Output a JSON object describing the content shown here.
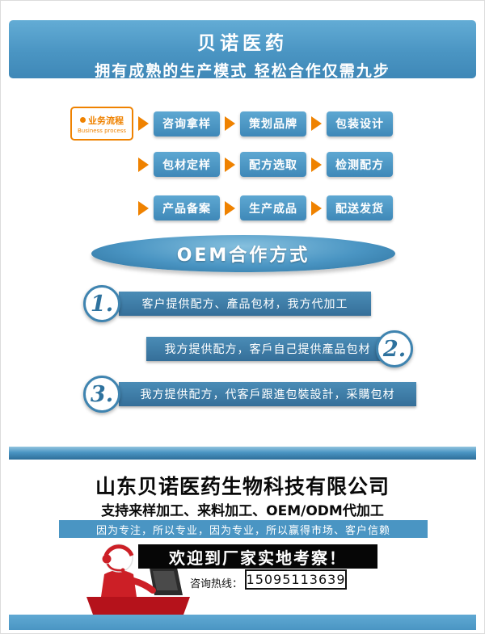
{
  "header": {
    "title": "贝诺医药",
    "subtitle": "拥有成熟的生产模式 轻松合作仅需九步"
  },
  "flow": {
    "badge": {
      "label": "业务流程",
      "sublabel": "Business process"
    },
    "rows": [
      [
        "咨询拿样",
        "策划品牌",
        "包装设计"
      ],
      [
        "包材定样",
        "配方选取",
        "检测配方"
      ],
      [
        "产品备案",
        "生产成品",
        "配送发货"
      ]
    ]
  },
  "oem": {
    "title": "OEM合作方式"
  },
  "modes": [
    {
      "num": "1.",
      "text": "客户提供配方、產品包材，我方代加工"
    },
    {
      "num": "2.",
      "text": "我方提供配方，客戶自己提供產品包材"
    },
    {
      "num": "3.",
      "text": "我方提供配方，代客戶跟進包裝設計，采購包材"
    }
  ],
  "footer": {
    "company": "山东贝诺医药生物科技有限公司",
    "services": "支持来样加工、来料加工、OEM/ODM代加工",
    "slogan": "因为专注，所以专业，因为专业，所以赢得市场、客户信赖",
    "welcome": "欢迎到厂家实地考察！",
    "hotline_label": "咨询热线：",
    "hotline_number": "15095113639"
  },
  "colors": {
    "header_blue": "#4a95c3",
    "arrow_orange": "#ef8200",
    "mode_bar_blue": "#38749e",
    "banner_black": "#060606",
    "accent_red": "#c01820"
  }
}
